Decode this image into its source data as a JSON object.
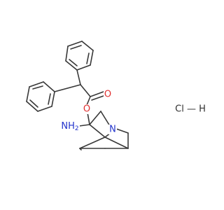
{
  "molecule": {
    "atoms": {
      "oxygen_carbonyl": "O",
      "oxygen_ester": "O",
      "amine": "NH",
      "amine_h2": "2",
      "nitrogen_bridgehead": "N",
      "hydrochloride": "Cl — H"
    },
    "colors": {
      "bond": "#383838",
      "oxygen": "#e03030",
      "nitrogen": "#2233cc",
      "neutral": "#303030"
    }
  }
}
